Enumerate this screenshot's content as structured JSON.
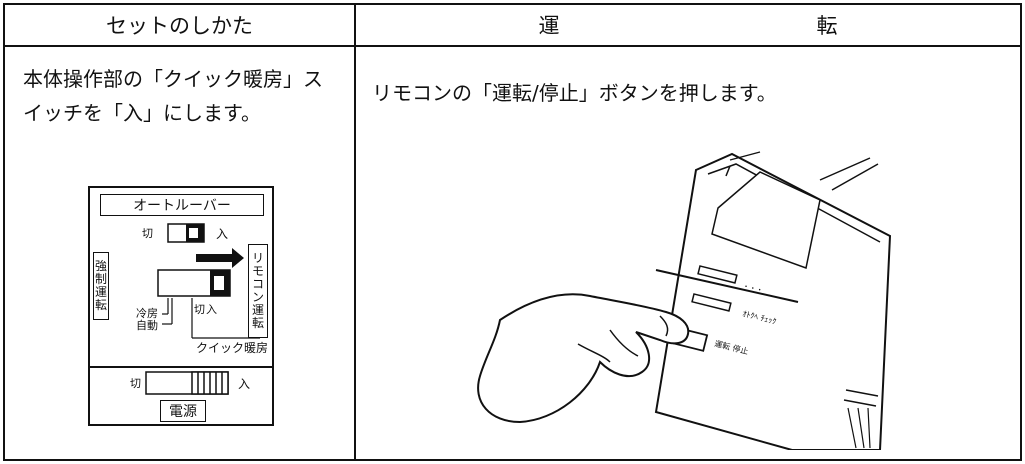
{
  "header": {
    "col_left": "セットのしかた",
    "col_right": "運　転"
  },
  "left": {
    "instruction": "本体操作部の「クイック暖房」スイッチを「入」にします。",
    "panel": {
      "auto_louver": "オートルーバー",
      "off": "切",
      "on": "入",
      "forced_op": [
        "強",
        "制",
        "運",
        "転"
      ],
      "remote_op": [
        "リ",
        "モ",
        "コ",
        "ン",
        "運",
        "転"
      ],
      "cool_label": "冷房",
      "auto_label": "自動",
      "switch_off": "切",
      "switch_on": "入",
      "quick_heat": "クイック暖房",
      "power_off": "切",
      "power_on": "入",
      "power_label": "電源"
    }
  },
  "right": {
    "instruction": "リモコンの「運転/停止」ボタンを押します。",
    "remote_labels": {
      "button_label": "運転 停止",
      "row2": "ｵﾄｸﾍ ﾁｪｯｸ"
    }
  }
}
